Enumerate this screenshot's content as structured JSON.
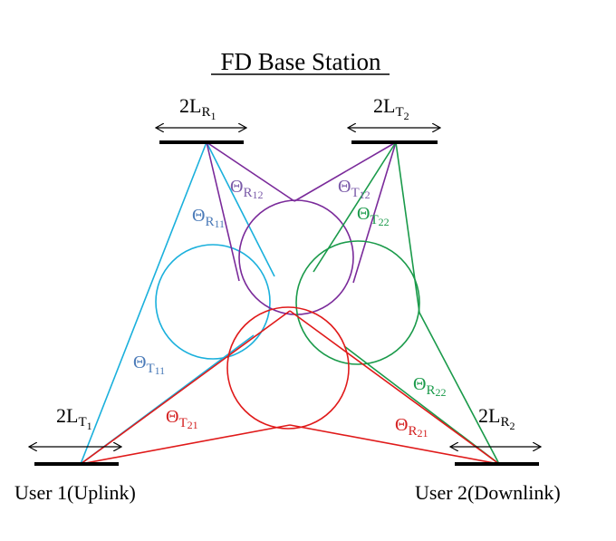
{
  "title": "FD Base Station",
  "users": {
    "user1": "User 1(Uplink)",
    "user2": "User 2(Downlink)"
  },
  "arrays": {
    "r1": {
      "main": "2L",
      "sub": "R",
      "subsub": "1"
    },
    "t2": {
      "main": "2L",
      "sub": "T",
      "subsub": "2"
    },
    "t1": {
      "main": "2L",
      "sub": "T",
      "subsub": "1"
    },
    "r2": {
      "main": "2L",
      "sub": "R",
      "subsub": "2"
    }
  },
  "angles": {
    "r11": {
      "symbol": "Θ",
      "sub": "R",
      "idx": "11",
      "color": "#4a7ab8"
    },
    "r12": {
      "symbol": "Θ",
      "sub": "R",
      "idx": "12",
      "color": "#7a5aa8"
    },
    "t12": {
      "symbol": "Θ",
      "sub": "T",
      "idx": "12",
      "color": "#7a5aa8"
    },
    "t22": {
      "symbol": "Θ",
      "sub": "T",
      "idx": "22",
      "color": "#1a9a4a"
    },
    "t11": {
      "symbol": "Θ",
      "sub": "T",
      "idx": "11",
      "color": "#4a7ab8"
    },
    "t21": {
      "symbol": "Θ",
      "sub": "T",
      "idx": "21",
      "color": "#d42020"
    },
    "r22": {
      "symbol": "Θ",
      "sub": "R",
      "idx": "22",
      "color": "#1a9a4a"
    },
    "r21": {
      "symbol": "Θ",
      "sub": "R",
      "idx": "21",
      "color": "#d42020"
    }
  },
  "colors": {
    "cyan": "#1ab0dc",
    "purple": "#7a2a9a",
    "green": "#1a9a4a",
    "red": "#e01a1a"
  }
}
